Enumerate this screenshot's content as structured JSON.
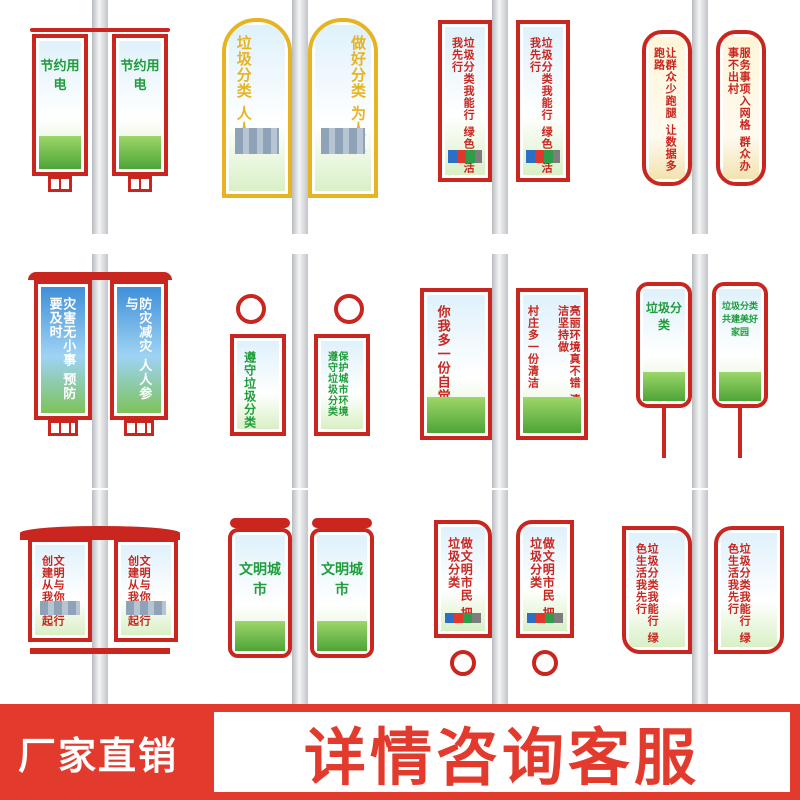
{
  "products": [
    {
      "left_text": "节约用电",
      "right_text": "节约用电"
    },
    {
      "left_text": "垃圾分类 人人做",
      "right_text": "做好分类 为人人"
    },
    {
      "left_text": "垃圾分类我能行 绿色生活我先行",
      "right_text": "垃圾分类我能行 绿色生活我先行"
    },
    {
      "left_text": "让群众少跑腿 让数据多跑路",
      "right_text": "服务事项入网格 群众办事不出村"
    },
    {
      "left_text": "灾害无小事 预防要及时",
      "right_text": "防灾减灾 人人参与"
    },
    {
      "left_text": "遵守垃圾分类",
      "right_text": "保护城市环境 遵守垃圾分类"
    },
    {
      "left_text": "你我多一份自觉",
      "right_text": "村庄多一份清洁"
    },
    {
      "left_text": "亮丽环境真不错 清扫清洁坚持做",
      "right_text": ""
    },
    {
      "left_text": "垃圾分类",
      "right_text": "垃圾分类 共建美好家园"
    },
    {
      "left_text": "文明与你同行 创建从我做起",
      "right_text": "文明与你同行 创建从我做起"
    },
    {
      "left_text": "文明城市",
      "right_text": "文明城市"
    },
    {
      "left_text": "做文明市民 把垃圾分类",
      "right_text": "做文明市民 把垃圾分类"
    },
    {
      "left_text": "垃圾分类我能行 绿色生活我先行",
      "right_text": "垃圾分类我能行 绿色生活我先行"
    }
  ],
  "banner": {
    "promo_label": "厂家直销",
    "contact_label": "详情咨询客服"
  },
  "colors": {
    "frame_red": "#c8261f",
    "frame_gold": "#e6b422",
    "banner_red": "#e23b2e",
    "title_green": "#1f9d3a"
  }
}
